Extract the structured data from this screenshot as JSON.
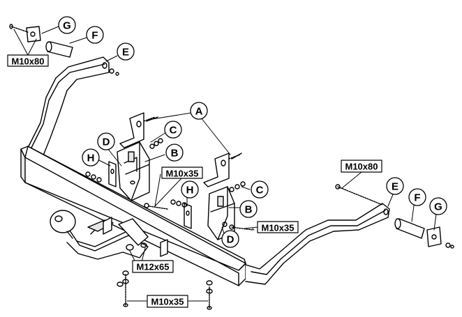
{
  "callouts": {
    "a": "A",
    "b_upper": "B",
    "b_lower": "B",
    "c_upper": "C",
    "c_lower": "C",
    "d_upper": "D",
    "d_lower": "D",
    "e_left": "E",
    "e_right": "E",
    "f_left": "F",
    "f_right": "F",
    "g_left": "G",
    "g_right": "G",
    "h_left": "H",
    "h_right": "H"
  },
  "bolt_labels": {
    "top_left": "M10x80",
    "right_arm": "M10x80",
    "center": "M10x35",
    "right_bracket": "M10x35",
    "ball_mount": "M12x65",
    "bottom": "M10x35"
  },
  "colors": {
    "line": "#000000",
    "background": "#ffffff",
    "shade": "#e6e6e6"
  }
}
